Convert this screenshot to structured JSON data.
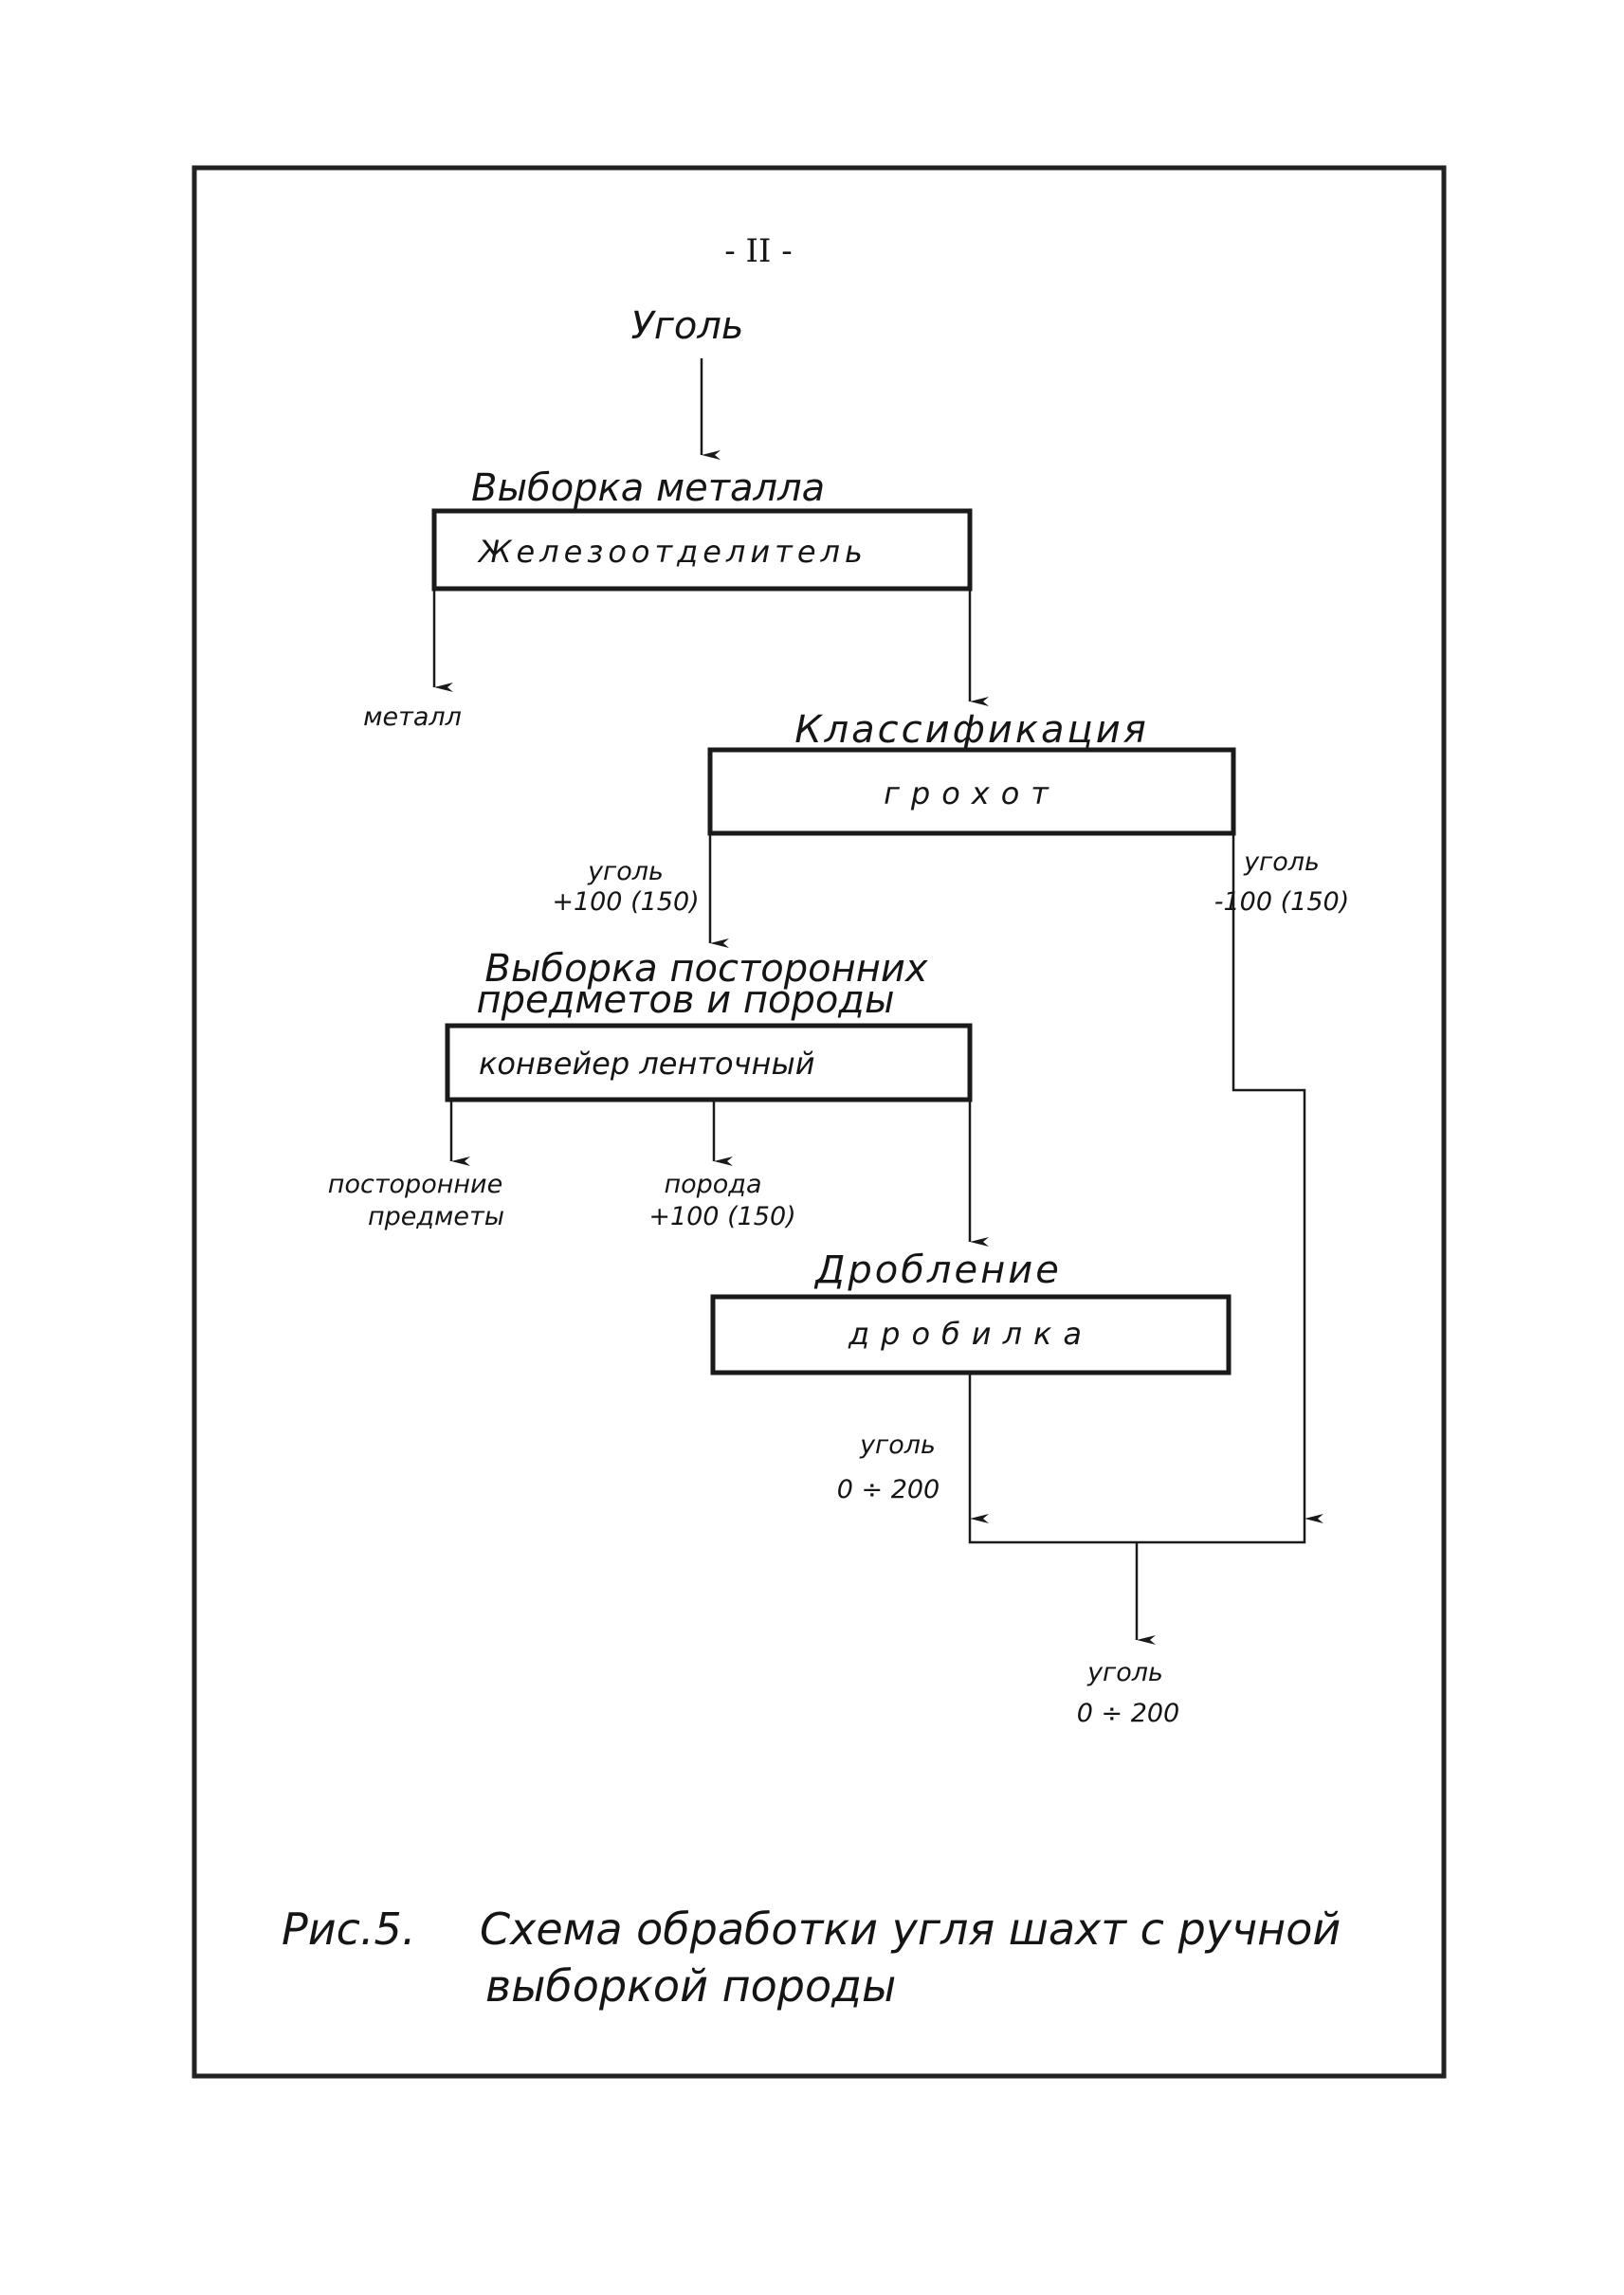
{
  "page_number": "- II -",
  "input": {
    "label": "Уголь"
  },
  "stages": [
    {
      "title": "Выборка металла",
      "equipment": "Железоотделитель"
    },
    {
      "title": "Классификация",
      "equipment": "грохот"
    },
    {
      "title_line1": "Выборка посторонних",
      "title_line2": "предметов и породы",
      "equipment": "конвейер ленточный"
    },
    {
      "title": "Дробление",
      "equipment": "дробилка"
    }
  ],
  "outputs": {
    "metal": "металл",
    "coal_plus_line1": "уголь",
    "coal_plus_line2": "+100 (150)",
    "coal_minus_line1": "уголь",
    "coal_minus_line2": "-100 (150)",
    "foreign_line1": "посторонние",
    "foreign_line2": "предметы",
    "rock_line1": "порода",
    "rock_line2": "+100 (150)",
    "crushed_line1": "уголь",
    "crushed_line2": "0 ÷ 200",
    "final_line1": "уголь",
    "final_line2": "0 ÷ 200"
  },
  "caption": {
    "label": "Рис.5.",
    "line1": "Схема обработки угля шахт с ручной",
    "line2": "выборкой породы"
  }
}
